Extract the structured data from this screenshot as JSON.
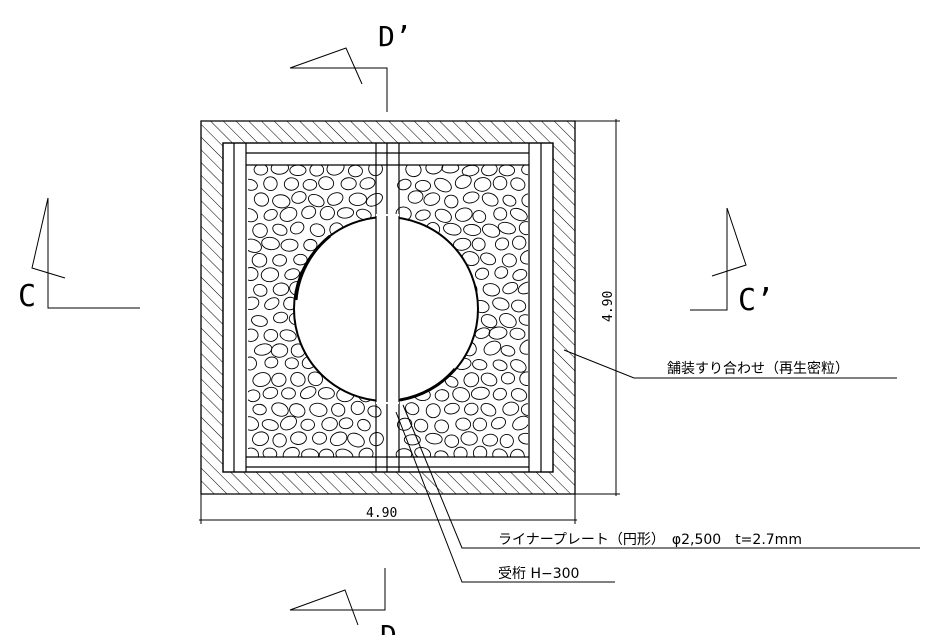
{
  "section_marks": {
    "c": "C",
    "c_prime": "C’",
    "d": "D",
    "d_prime": "D’"
  },
  "dimensions": {
    "width": "4.90",
    "height": "4.90"
  },
  "labels": {
    "paving": "舗装すり合わせ（再生密粒）",
    "liner": "ライナープレート（円形）　φ2,500　t=2.7mm",
    "girder": "受桁 H−300"
  }
}
